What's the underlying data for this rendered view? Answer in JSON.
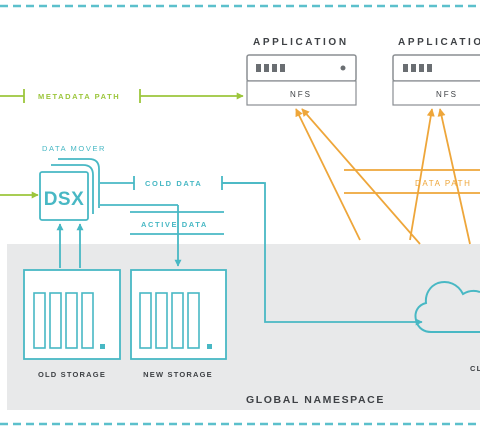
{
  "labels": {
    "application_1": "APPLICATION",
    "application_2": "APPLICATION",
    "nfs_1": "NFS",
    "nfs_2": "NFS",
    "metadata_path": "METADATA PATH",
    "data_mover": "DATA MOVER",
    "dsx": "DSX",
    "cold_data": "COLD DATA",
    "active_data": "ACTIVE DATA",
    "data_path": "DATA PATH",
    "old_storage": "OLD STORAGE",
    "new_storage": "NEW STORAGE",
    "global_namespace": "GLOBAL NAMESPACE",
    "cloud_partial": "CL"
  },
  "colors": {
    "teal": "#48b8c4",
    "green": "#9cc63c",
    "orange": "#eea63a",
    "gray_line": "#8a8e92",
    "dark_text": "#3e4145",
    "namespace_fill": "#e8e9ea",
    "dashed_border": "#5cc0cc"
  }
}
